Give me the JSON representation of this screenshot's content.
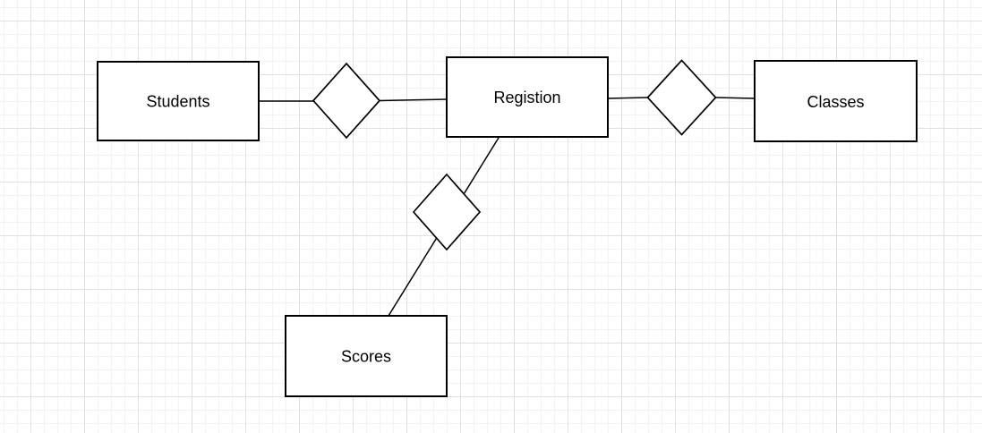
{
  "canvas": {
    "kind": "diagram-editor-canvas",
    "colors": {
      "background": "#ffffff",
      "grid_minor": "#f3f3f3",
      "grid_major": "#e0e0e0",
      "shape_fill": "#ffffff",
      "shape_stroke": "#000000",
      "connector": "#000000",
      "label": "#000000"
    }
  },
  "diagram": {
    "kind": "entity-relationship",
    "entities": [
      {
        "label": "Students"
      },
      {
        "label": "Registion"
      },
      {
        "label": "Classes"
      },
      {
        "label": "Scores"
      }
    ],
    "relationships": [
      {
        "symbol": "diamond",
        "label": "",
        "between": [
          "Students",
          "Registion"
        ]
      },
      {
        "symbol": "diamond",
        "label": "",
        "between": [
          "Registion",
          "Classes"
        ]
      },
      {
        "symbol": "diamond",
        "label": "",
        "between": [
          "Registion",
          "Scores"
        ]
      }
    ]
  }
}
